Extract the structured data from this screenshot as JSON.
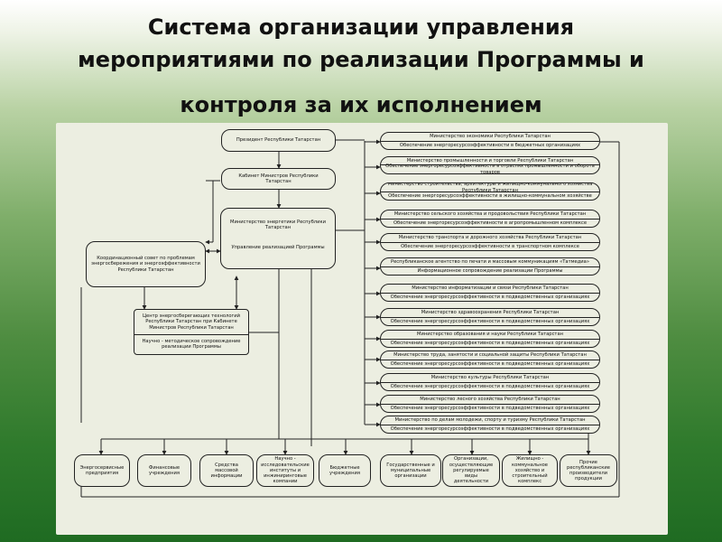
{
  "title": {
    "line1": "Система организации управления",
    "line2": "мероприятиями по реализации Программы и",
    "line3": "контроля за их исполнением"
  },
  "center": {
    "president": "Президент Республики Татарстан",
    "cabinet": "Кабинет Министров Республики Татарстан",
    "ministry_energy": "Министерство энергетики Республики Татарстан",
    "management": "Управление реализацией Программы",
    "council": "Координационный совет по проблемам энергосбережения и энергоэффективности Республики Татарстан",
    "center_tech": "Центр энергосберегающих технологий Республики Татарстан при Кабинете Министров Республики Татарстан",
    "scientific_support": "Научно - методическое сопровождение реализации Программы"
  },
  "ministries": [
    {
      "name": "Министерство экономики Республики Татарстан",
      "task": "Обеспечение энергоресурсоэффективности в бюджетных организациях"
    },
    {
      "name": "Министерство промышленности и торговли Республики Татарстан",
      "task": "Обеспечение энергоресурсоэффективности в отраслях промышленности и оборота товаров"
    },
    {
      "name": "Министерство строительства, архитектуры и жилищно-коммунального хозяйства Республики Татарстан",
      "task": "Обеспечение энергоресурсоэффективности в жилищно-коммунальном хозяйстве"
    },
    {
      "name": "Министерство сельского хозяйства и продовольствия Республики Татарстан",
      "task": "Обеспечение энергоресурсоэффективности в агропромышленном комплексе"
    },
    {
      "name": "Министерство транспорта и дорожного хозяйства Республики Татарстан",
      "task": "Обеспечение энергоресурсоэффективности в транспортном комплексе"
    },
    {
      "name": "Республиканское агентство по печати и массовым коммуникациям «Татмедиа»",
      "task": "Информационное сопровождение реализации Программы"
    },
    {
      "name": "Министерство информатизации и связи Республики Татарстан",
      "task": "Обеспечение энергоресурсоэффективности в подведомственных организациях"
    },
    {
      "name": "Министерство здравоохранения Республики Татарстан",
      "task": "Обеспечение энергоресурсоэффективности в подведомственных организациях"
    },
    {
      "name": "Министерство образования и науки Республики Татарстан",
      "task": "Обеспечение энергоресурсоэффективности в подведомственных организациях"
    },
    {
      "name": "Министерство труда, занятости и социальной защиты Республики Татарстан",
      "task": "Обеспечение энергоресурсоэффективности в подведомственных организациях"
    },
    {
      "name": "Министерство культуры Республики Татарстан",
      "task": "Обеспечение энергоресурсоэффективности в подведомственных организациях"
    },
    {
      "name": "Министерство лесного хозяйства Республики Татарстан",
      "task": "Обеспечение энергоресурсоэффективности в подведомственных организациях"
    },
    {
      "name": "Министерство по делам молодежи, спорту и туризму Республики Татарстан",
      "task": "Обеспечение энергоресурсоэффективности в подведомственных организациях"
    }
  ],
  "bottom": [
    "Энергосервисные предприятия",
    "Финансовые учреждения",
    "Средства массовой информации",
    "Научно - исследовательские институты и инжиниринговые компании",
    "Бюджетные учреждения",
    "Государственные и муниципальные организации",
    "Организации, осуществляющие регулируемые виды деятельности",
    "Жилищно - коммунальное хозяйство и строительный комплекс",
    "Прочие республиканские производители продукции"
  ]
}
